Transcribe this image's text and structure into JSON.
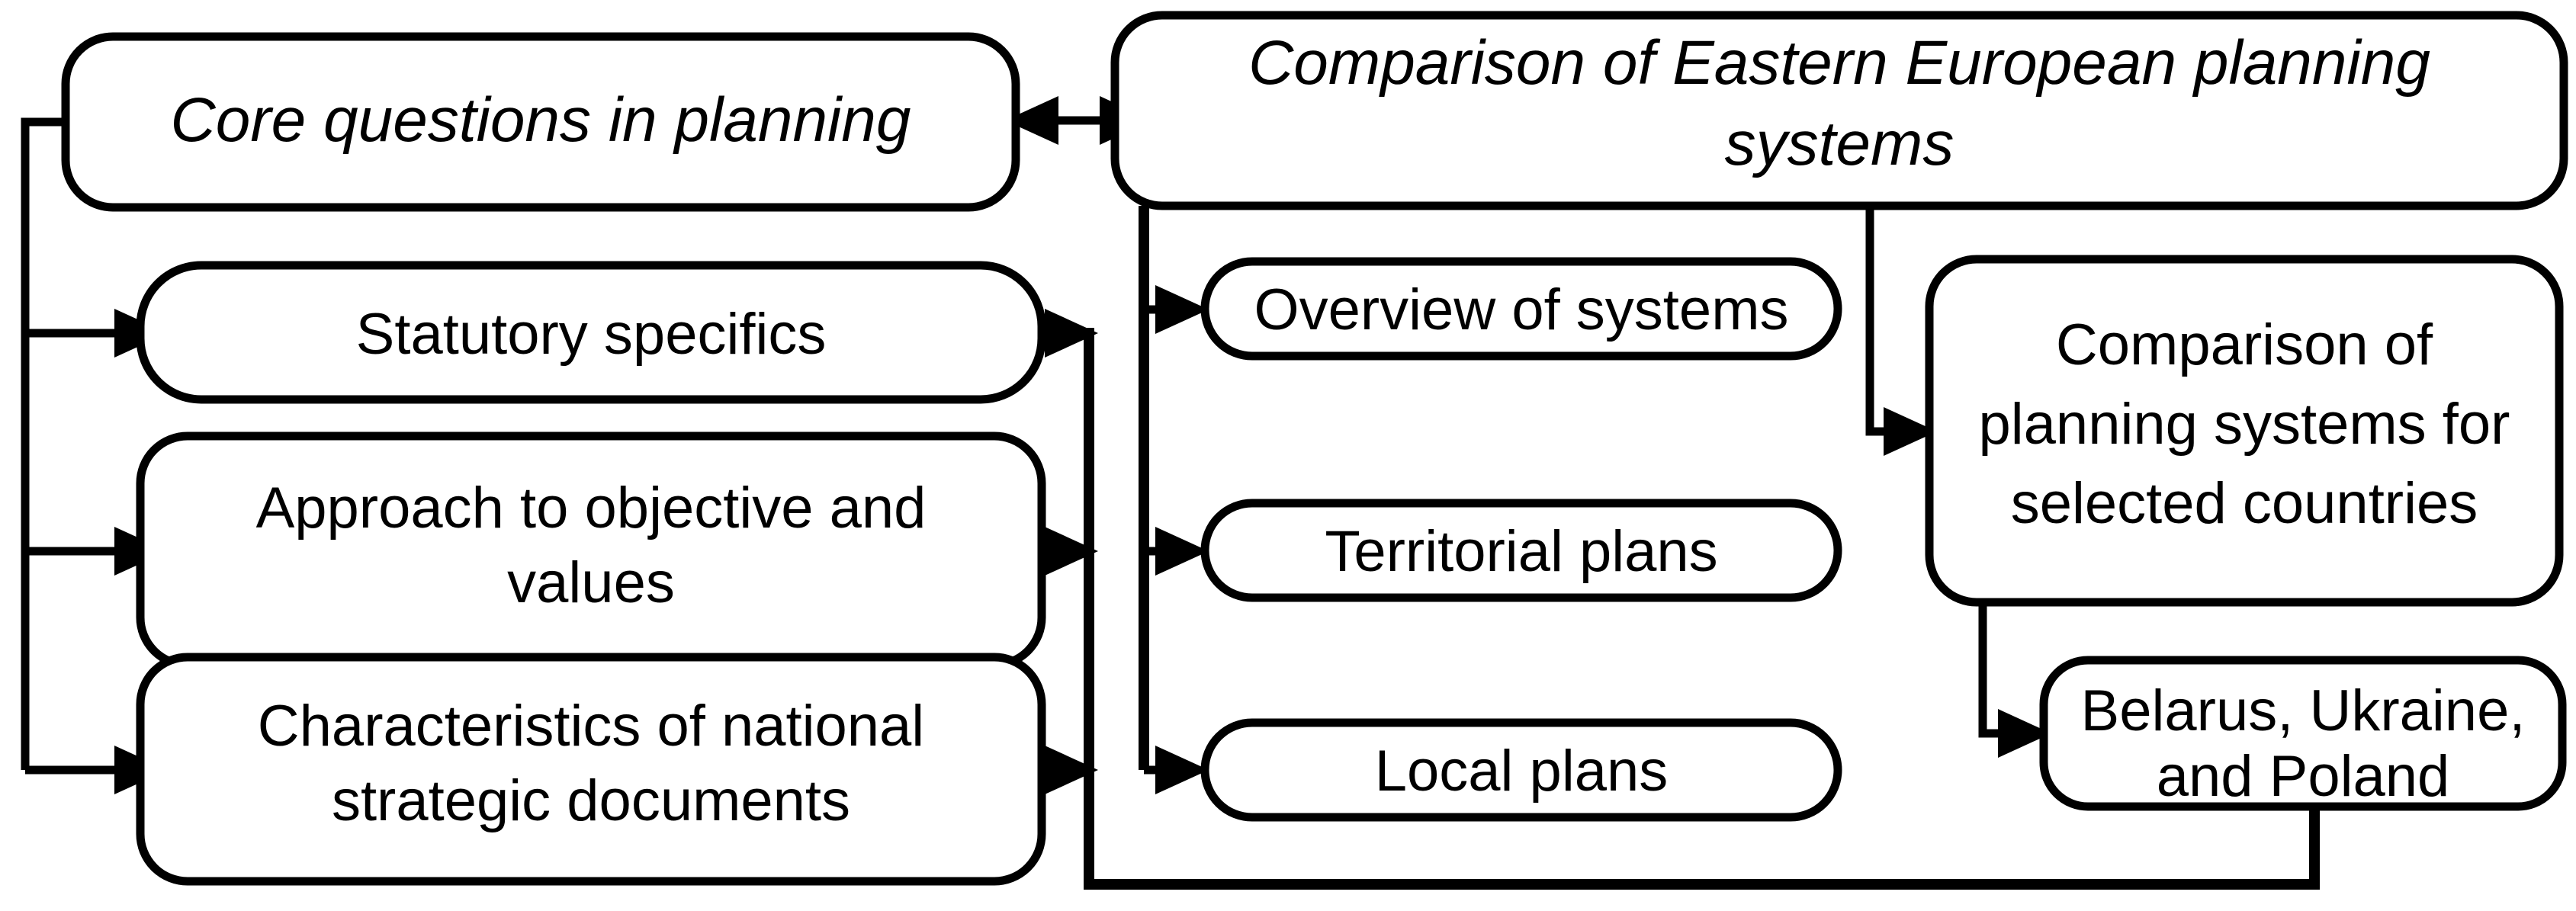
{
  "diagram": {
    "title": "Research structure flowchart on Eastern European planning systems",
    "background_color": "#ffffff",
    "line_color": "#000000",
    "nodes": [
      {
        "id": "core-questions",
        "name": "core-questions-node",
        "lines": [
          "Core questions in planning"
        ],
        "style": "italic",
        "column": "left"
      },
      {
        "id": "comparison-eastern-european",
        "name": "comparison-eastern-european-node",
        "lines": [
          "Comparison of Eastern European planning",
          "systems"
        ],
        "style": "italic",
        "column": "right-top"
      },
      {
        "id": "statutory-specifics",
        "name": "statutory-specifics-node",
        "lines": [
          "Statutory specifics"
        ],
        "style": "normal",
        "column": "left"
      },
      {
        "id": "approach-objective-values",
        "name": "approach-objective-values-node",
        "lines": [
          "Approach to objective and",
          "values"
        ],
        "style": "normal",
        "column": "left"
      },
      {
        "id": "characteristics-national-strategic",
        "name": "characteristics-national-strategic-node",
        "lines": [
          "Characteristics of national",
          "strategic documents"
        ],
        "style": "normal",
        "column": "left"
      },
      {
        "id": "overview-of-systems",
        "name": "overview-of-systems-node",
        "lines": [
          "Overview of systems"
        ],
        "style": "normal",
        "column": "middle"
      },
      {
        "id": "territorial-plans",
        "name": "territorial-plans-node",
        "lines": [
          "Territorial plans"
        ],
        "style": "normal",
        "column": "middle"
      },
      {
        "id": "local-plans",
        "name": "local-plans-node",
        "lines": [
          "Local plans"
        ],
        "style": "normal",
        "column": "middle"
      },
      {
        "id": "comparison-selected-countries",
        "name": "comparison-selected-countries-node",
        "lines": [
          "Comparison of",
          "planning systems for",
          "selected countries"
        ],
        "style": "normal",
        "column": "right"
      },
      {
        "id": "belarus-ukraine-poland",
        "name": "belarus-ukraine-poland-node",
        "lines": [
          "Belarus, Ukraine,",
          "and Poland"
        ],
        "style": "normal",
        "column": "right"
      }
    ],
    "edges": [
      {
        "name": "edge-core-to-comparison",
        "from": "core-questions",
        "to": "comparison-eastern-european",
        "arrow": "double"
      },
      {
        "name": "edge-core-to-statutory",
        "from": "core-questions",
        "to": "statutory-specifics",
        "arrow": "single"
      },
      {
        "name": "edge-core-to-approach",
        "from": "core-questions",
        "to": "approach-objective-values",
        "arrow": "single"
      },
      {
        "name": "edge-core-to-characteristics",
        "from": "core-questions",
        "to": "characteristics-national-strategic",
        "arrow": "single"
      },
      {
        "name": "edge-statutory-to-collector",
        "from": "statutory-specifics",
        "to": "left-collector",
        "arrow": "single"
      },
      {
        "name": "edge-approach-to-collector",
        "from": "approach-objective-values",
        "to": "left-collector",
        "arrow": "single"
      },
      {
        "name": "edge-characteristics-to-collector",
        "from": "characteristics-national-strategic",
        "to": "left-collector",
        "arrow": "single"
      },
      {
        "name": "edge-comparison-to-overview",
        "from": "comparison-eastern-european",
        "to": "overview-of-systems",
        "arrow": "single"
      },
      {
        "name": "edge-comparison-to-territorial",
        "from": "comparison-eastern-european",
        "to": "territorial-plans",
        "arrow": "single"
      },
      {
        "name": "edge-comparison-to-local",
        "from": "comparison-eastern-european",
        "to": "local-plans",
        "arrow": "single"
      },
      {
        "name": "edge-comparison-to-selected-countries",
        "from": "comparison-eastern-european",
        "to": "comparison-selected-countries",
        "arrow": "single"
      },
      {
        "name": "edge-selected-countries-to-belarus",
        "from": "comparison-selected-countries",
        "to": "belarus-ukraine-poland",
        "arrow": "single"
      },
      {
        "name": "edge-collector-to-belarus",
        "from": "left-collector",
        "to": "belarus-ukraine-poland",
        "arrow": "single"
      }
    ]
  }
}
